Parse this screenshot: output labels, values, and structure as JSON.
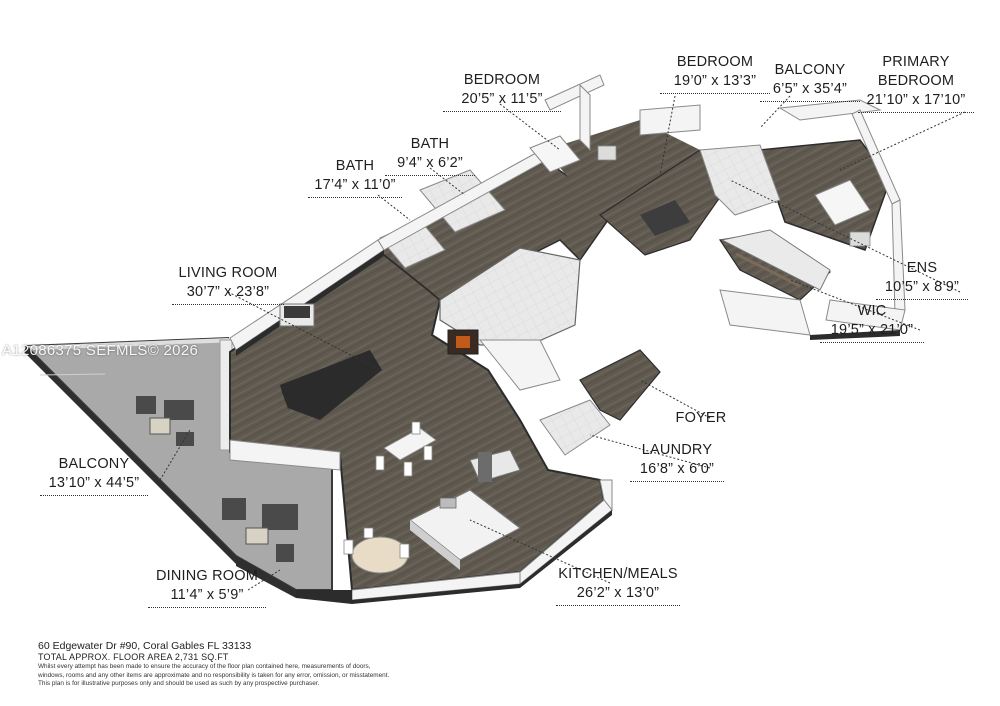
{
  "watermark": "A12086375  SEFMLS© 2026",
  "rooms": {
    "bedroom_2": {
      "name": "BEDROOM",
      "dims": "20’5” x 11’5”"
    },
    "bedroom_3": {
      "name": "BEDROOM",
      "dims": "19’0” x 13’3”"
    },
    "balcony_small": {
      "name": "BALCONY",
      "dims": "6’5” x 35’4”"
    },
    "primary_bedroom": {
      "name": "PRIMARY\nBEDROOM",
      "dims": "21’10” x 17’10”"
    },
    "bath_2": {
      "name": "BATH",
      "dims": "9’4” x 6’2”"
    },
    "bath_1": {
      "name": "BATH",
      "dims": "17’4” x 11’0”"
    },
    "living_room": {
      "name": "LIVING ROOM",
      "dims": "30’7” x 23’8”"
    },
    "ens": {
      "name": "ENS",
      "dims": "10’5” x 8’9”"
    },
    "wic": {
      "name": "WIC",
      "dims": "19’5” x 21’0”"
    },
    "foyer": {
      "name": "FOYER",
      "dims": ""
    },
    "laundry": {
      "name": "LAUNDRY",
      "dims": "16’8” x 6’0”"
    },
    "balcony_large": {
      "name": "BALCONY",
      "dims": "13’10” x 44’5”"
    },
    "dining_room": {
      "name": "DINING ROOM",
      "dims": "11’4” x 5’9”"
    },
    "kitchen": {
      "name": "KITCHEN/MEALS",
      "dims": "26’2” x 13’0”"
    }
  },
  "footer": {
    "address": "60 Edgewater Dr #90, Coral Gables FL 33133",
    "total_area": "TOTAL APPROX. FLOOR AREA 2,731 SQ.FT",
    "disclaimer_1": "Whilst every attempt has been made to ensure the accuracy of the floor plan contained here, measurements of doors,",
    "disclaimer_2": "windows, rooms and any other items are approximate and no responsibility is taken for any error, omission, or misstatement.",
    "disclaimer_3": "This plan is for illustrative purposes only and should be used as such by any prospective purchaser."
  },
  "colors": {
    "floor_wood": "#5f594f",
    "balcony_floor": "#a9a9a9",
    "wall_white": "#f4f4f4",
    "wall_shadow": "#cfcfcf",
    "wall_dark": "#2c2c2c",
    "text": "#1e1e1e"
  }
}
